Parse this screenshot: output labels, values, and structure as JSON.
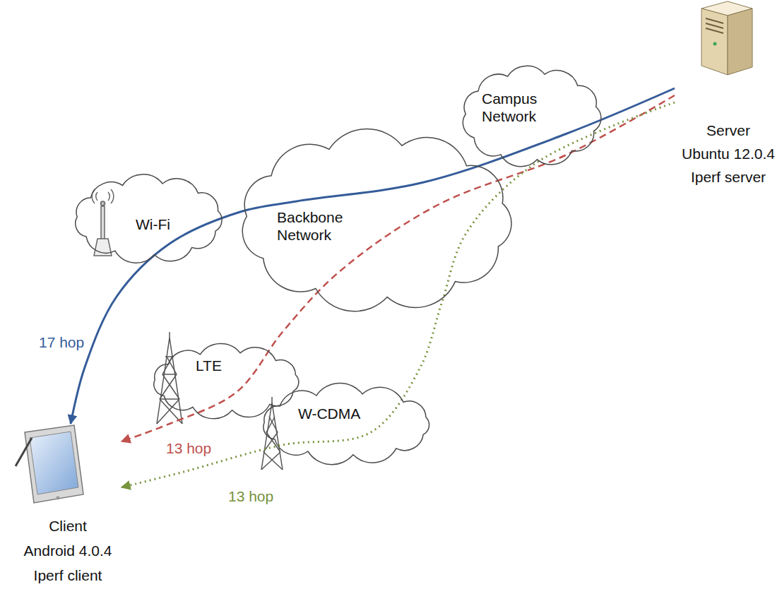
{
  "diagram": {
    "nodes": [
      {
        "text": [
          "Server",
          "Ubuntu 12.0.4",
          "Iperf server"
        ]
      },
      {
        "text": [
          "Campus Network"
        ]
      },
      {
        "text": [
          "Backbone Network"
        ]
      },
      {
        "text": [
          "Wi-Fi"
        ]
      },
      {
        "text": [
          "LTE"
        ]
      },
      {
        "text": [
          "W-CDMA"
        ]
      },
      {
        "text": [
          "Client",
          "Android 4.0.4",
          "Iperf client"
        ]
      }
    ],
    "edges": [
      {
        "from": 0,
        "to": 6,
        "arrow": "to",
        "label": "17 hop"
      },
      {
        "from": 0,
        "to": 6,
        "arrow": "to",
        "label": "13 hop"
      },
      {
        "from": 0,
        "to": 6,
        "arrow": "to",
        "label": "13 hop"
      }
    ]
  }
}
